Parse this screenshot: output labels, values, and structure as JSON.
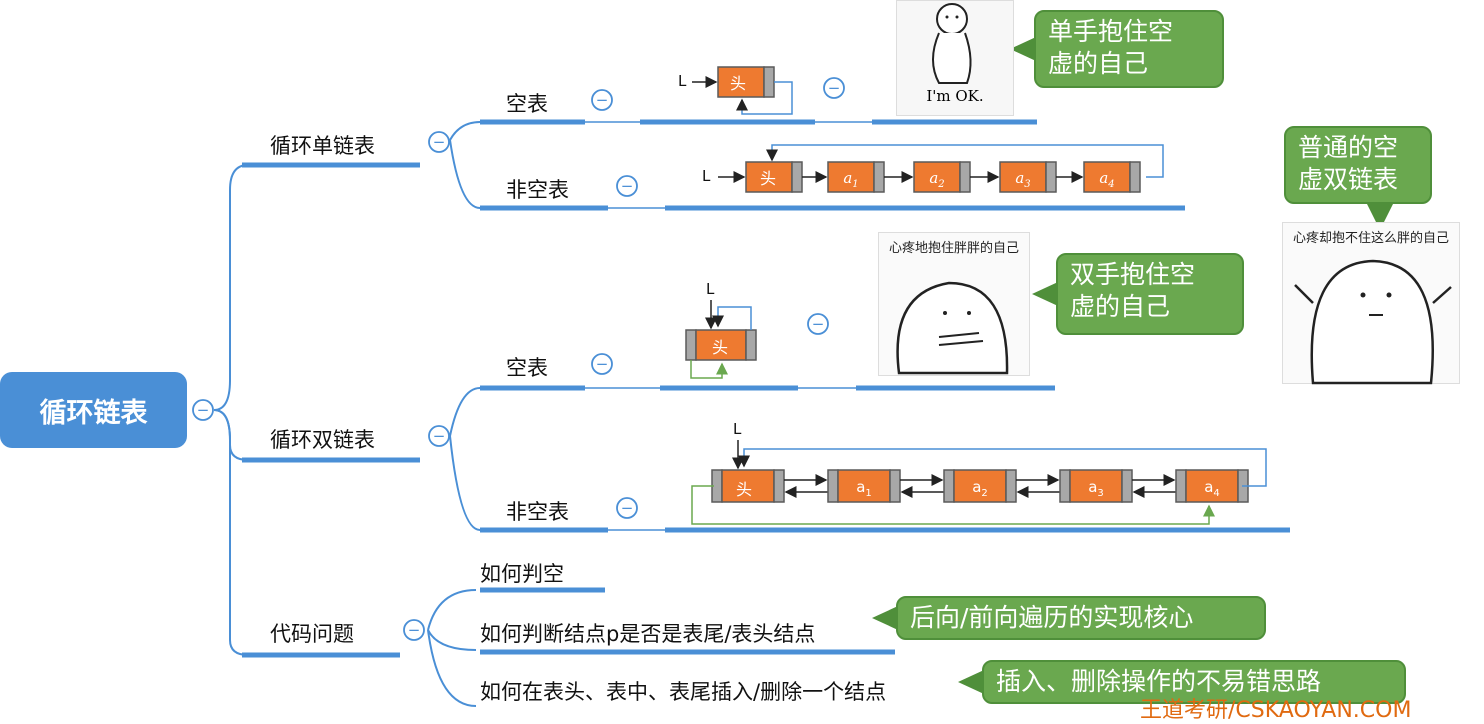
{
  "root": {
    "label": "循环链表"
  },
  "branches": {
    "singly": {
      "label": "循环单链表",
      "empty": "空表",
      "nonempty": "非空表"
    },
    "doubly": {
      "label": "循环双链表",
      "empty": "空表",
      "nonempty": "非空表"
    },
    "code": {
      "label": "代码问题",
      "q1": "如何判空",
      "q2": "如何判断结点p是否是表尾/表头结点",
      "q3": "如何在表头、表中、表尾插入/删除一个结点"
    }
  },
  "callouts": {
    "single_hug": "单手抱住空\n虚的自己",
    "double_hug": "双手抱住空\n虚的自己",
    "ordinary": "普通的空\n虚双链表",
    "traverse": "后向/前向遍历的实现核心",
    "insert_delete": "插入、删除操作的不易错思路"
  },
  "memes": {
    "ok": "I'm OK.",
    "hug_fat": "心疼地抱住胖胖的自己",
    "cant_hug": "心疼却抱不住这么胖的自己"
  },
  "diagram": {
    "pointer": "L",
    "head": "头",
    "single_nodes": [
      {
        "base": "a",
        "sub": "1"
      },
      {
        "base": "a",
        "sub": "2"
      },
      {
        "base": "a",
        "sub": "3"
      },
      {
        "base": "a",
        "sub": "4"
      }
    ],
    "double_nodes": [
      {
        "base": "a",
        "sub": "1"
      },
      {
        "base": "a",
        "sub": "2"
      },
      {
        "base": "a",
        "sub": "3"
      },
      {
        "base": "a",
        "sub": "4"
      }
    ]
  },
  "collapse_symbol": "−",
  "footer": "王道考研/CSKAOYAN.COM",
  "colors": {
    "root": "#4a8fd6",
    "line": "#4a8fd6",
    "node": "#ee7a30",
    "node_border": "#5a5a5a",
    "pointer_gray": "#a8a8a8",
    "green": "#6aa84f",
    "footer": "#e06a10"
  }
}
